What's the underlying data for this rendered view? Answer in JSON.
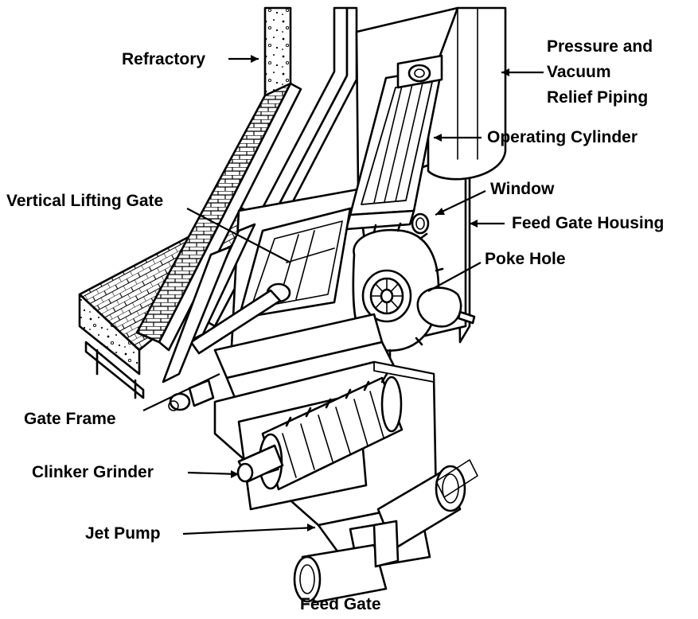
{
  "labels": {
    "refractory": "Refractory",
    "pressure_1": "Pressure and",
    "pressure_2": "Vacuum",
    "pressure_3": "Relief Piping",
    "operating_cylinder": "Operating Cylinder",
    "window": "Window",
    "feed_gate_housing": "Feed Gate Housing",
    "vertical_lifting_gate": "Vertical Lifting Gate",
    "poke_hole": "Poke Hole",
    "gate_frame": "Gate Frame",
    "clinker_grinder": "Clinker Grinder",
    "jet_pump": "Jet Pump",
    "caption": "Feed Gate"
  },
  "colors": {
    "ink": "#000000",
    "paper": "#ffffff"
  }
}
